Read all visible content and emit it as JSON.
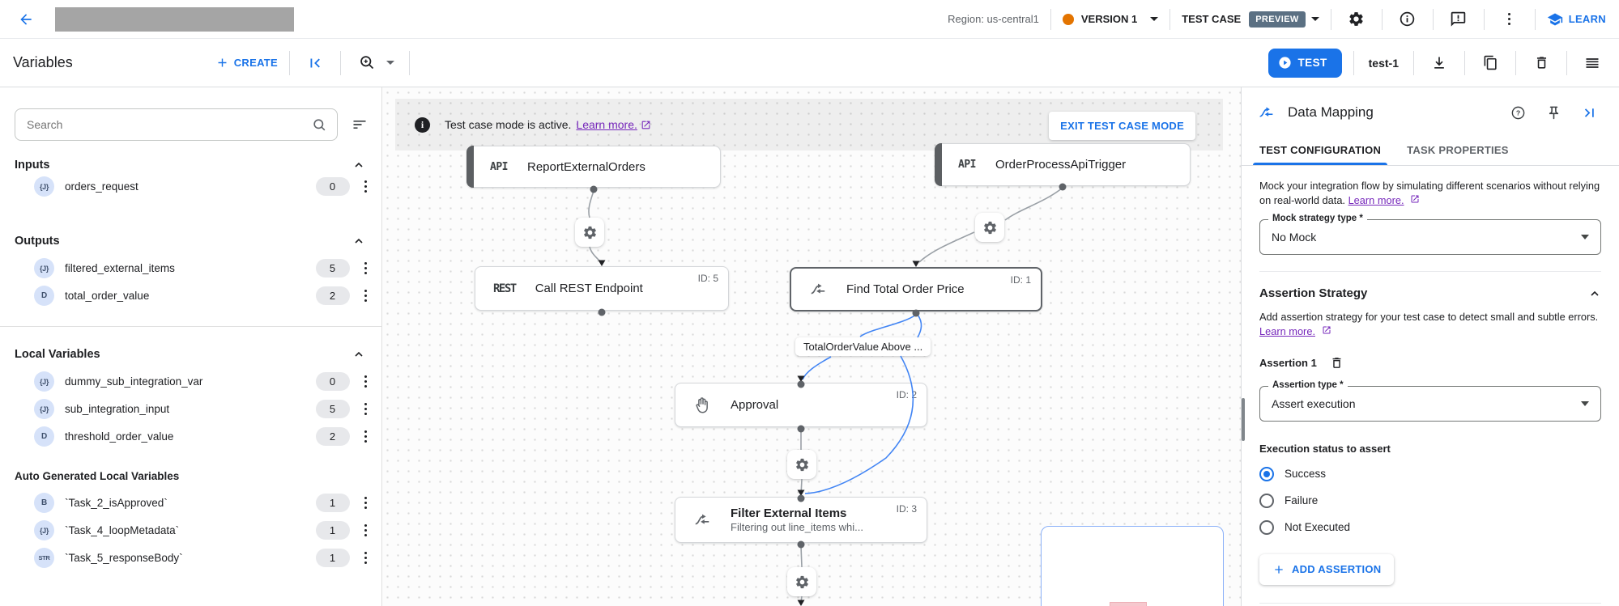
{
  "topbar": {
    "region": "Region: us-central1",
    "version": "VERSION 1",
    "test_case": "TEST CASE",
    "preview": "PREVIEW",
    "learn": "LEARN"
  },
  "toolbar": {
    "title": "Variables",
    "create": "CREATE",
    "test": "TEST",
    "test_name": "test-1"
  },
  "sidebar": {
    "search_placeholder": "Search",
    "inputs": {
      "title": "Inputs",
      "items": [
        {
          "type": "{J}",
          "name": "orders_request",
          "count": "0"
        }
      ]
    },
    "outputs": {
      "title": "Outputs",
      "items": [
        {
          "type": "{J}",
          "name": "filtered_external_items",
          "count": "5"
        },
        {
          "type": "D",
          "name": "total_order_value",
          "count": "2"
        }
      ]
    },
    "locals": {
      "title": "Local Variables",
      "items": [
        {
          "type": "{J}",
          "name": "dummy_sub_integration_var",
          "count": "0"
        },
        {
          "type": "{J}",
          "name": "sub_integration_input",
          "count": "5"
        },
        {
          "type": "D",
          "name": "threshold_order_value",
          "count": "2"
        }
      ]
    },
    "autogen": {
      "title": "Auto Generated Local Variables",
      "items": [
        {
          "type": "B",
          "name": "`Task_2_isApproved`",
          "count": "1"
        },
        {
          "type": "{J}",
          "name": "`Task_4_loopMetadata`",
          "count": "1"
        },
        {
          "type": "STR",
          "name": "`Task_5_responseBody`",
          "count": "1"
        }
      ]
    }
  },
  "canvas": {
    "banner": {
      "text": "Test case mode is active.",
      "link": "Learn more.",
      "exit": "EXIT TEST CASE MODE"
    },
    "nodes": {
      "report": {
        "badge": "API",
        "title": "ReportExternalOrders"
      },
      "order": {
        "badge": "API",
        "title": "OrderProcessApiTrigger"
      },
      "rest": {
        "badge": "REST",
        "title": "Call REST Endpoint",
        "id": "ID: 5"
      },
      "find": {
        "title": "Find Total Order Price",
        "id": "ID: 1"
      },
      "approval": {
        "title": "Approval",
        "id": "ID: 2"
      },
      "filter": {
        "title": "Filter External Items",
        "subtitle": "Filtering out line_items whi...",
        "id": "ID: 3"
      }
    },
    "edge_label": "TotalOrderValue Above ..."
  },
  "panel": {
    "title": "Data Mapping",
    "tabs": {
      "config": "TEST CONFIGURATION",
      "props": "TASK PROPERTIES"
    },
    "mock": {
      "desc": "Mock your integration flow by simulating different scenarios without relying on real-world data.",
      "link": "Learn more.",
      "label": "Mock strategy type *",
      "value": "No Mock"
    },
    "assertion": {
      "heading": "Assertion Strategy",
      "desc": "Add assertion strategy for your test case to detect small and subtle errors.",
      "link": "Learn more.",
      "item": "Assertion 1",
      "type_label": "Assertion type *",
      "type_value": "Assert execution",
      "status_label": "Execution status to assert",
      "options": [
        {
          "label": "Success",
          "selected": true
        },
        {
          "label": "Failure",
          "selected": false
        },
        {
          "label": "Not Executed",
          "selected": false
        }
      ],
      "add": "ADD ASSERTION"
    }
  },
  "colors": {
    "accent": "#1a73e8",
    "preview_badge": "#5b7083",
    "version_dot": "#e37400",
    "link_purple": "#7627bb"
  }
}
